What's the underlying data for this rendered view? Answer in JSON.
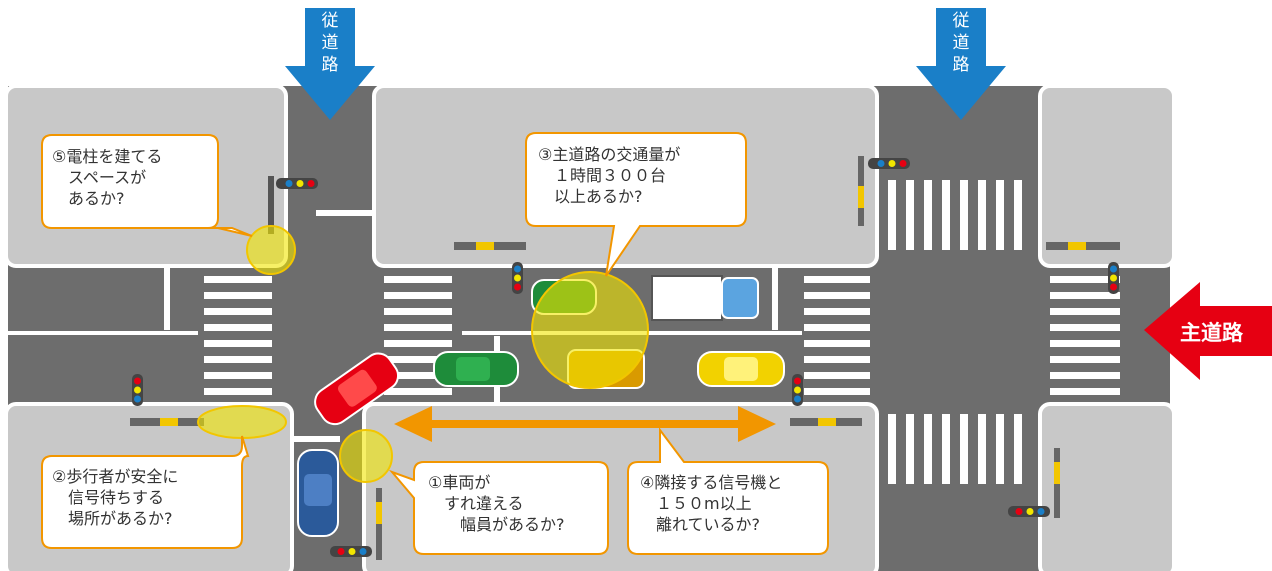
{
  "colors": {
    "road": "#6d6d6d",
    "block": "#c8c8c8",
    "crosswalk": "#ffffff",
    "callout_border": "#f29600",
    "highlight": "#f2e600",
    "secondary_arrow": "#1a7fc8",
    "main_arrow": "#e60012",
    "distance_arrow": "#f29600"
  },
  "secondary_road_label_left": "従\n道\n路",
  "secondary_road_label_right": "従\n道\n路",
  "main_road_label": "主道路",
  "callouts": {
    "c1": "①車両が\n　すれ違える\n　　幅員があるか?",
    "c2": "②歩行者が安全に\n　信号待ちする\n　場所があるか?",
    "c3": "③主道路の交通量が\n　１時間３００台\n　以上あるか?",
    "c4": "④隣接する信号機と\n　１５０m以上\n　離れているか?",
    "c5": "⑤電柱を建てる\n　スペースが\n　あるか?"
  },
  "icons": {
    "vehicles": [
      "car-icon",
      "truck-icon"
    ],
    "signals": "traffic-signal-icon"
  }
}
